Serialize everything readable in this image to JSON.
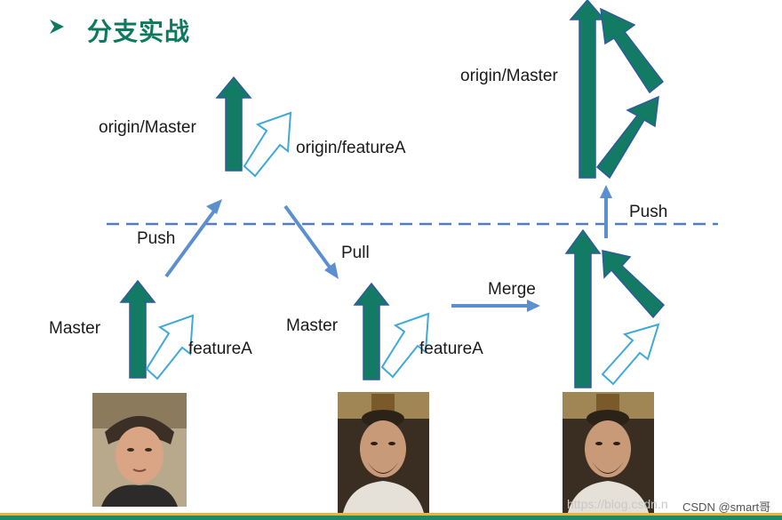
{
  "title": "分支实战",
  "colors": {
    "title": "#0d7a5f",
    "solid_arrow": "#137a64",
    "solid_arrow_edge": "#2f5aa0",
    "outline_arrow": "#3fa9d9",
    "thin_arrow": "#5b8fd0",
    "dashed_line": "#4f7ec2",
    "footer": "#1f8a6a"
  },
  "labels": {
    "origin_master_1": "origin/Master",
    "origin_feature_a": "origin/featureA",
    "push_1": "Push",
    "pull": "Pull",
    "master_1": "Master",
    "feature_a_1": "featureA",
    "master_2": "Master",
    "feature_a_2": "featureA",
    "merge": "Merge",
    "origin_master_2": "origin/Master",
    "push_2": "Push"
  },
  "watermark": {
    "url": "https://blog.csdn.n",
    "author": "CSDN @smart哥"
  },
  "icons": {
    "bullet": "triangle-right-bullet-icon",
    "photos": [
      "portrait-young-swordsman",
      "portrait-bearded-official",
      "portrait-bearded-official"
    ]
  }
}
